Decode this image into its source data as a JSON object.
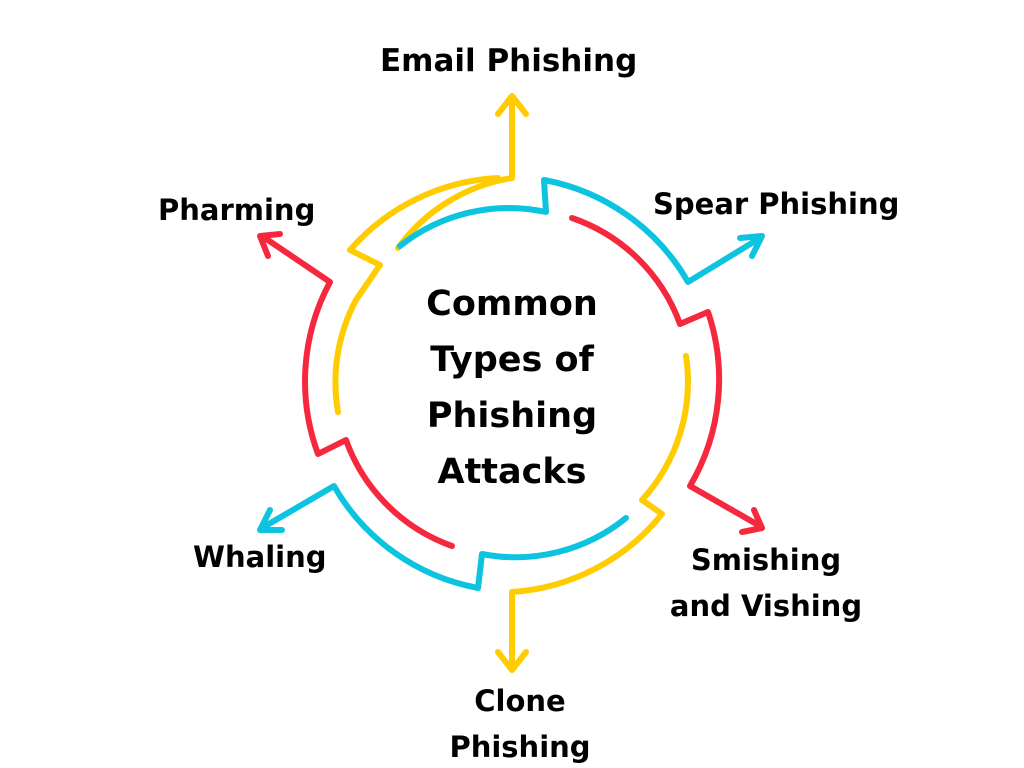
{
  "title_lines": [
    "Common",
    "Types of",
    "Phishing",
    "Attacks"
  ],
  "labels": {
    "email": "Email Phishing",
    "spear": "Spear Phishing",
    "pharming": "Pharming",
    "smishing_line1": "Smishing",
    "smishing_line2": "and Vishing",
    "whaling": "Whaling",
    "clone_line1": "Clone",
    "clone_line2": "Phishing"
  },
  "colors": {
    "yellow": "#FFCC00",
    "cyan": "#0CC4E0",
    "red": "#F5283E",
    "text": "#000000"
  }
}
